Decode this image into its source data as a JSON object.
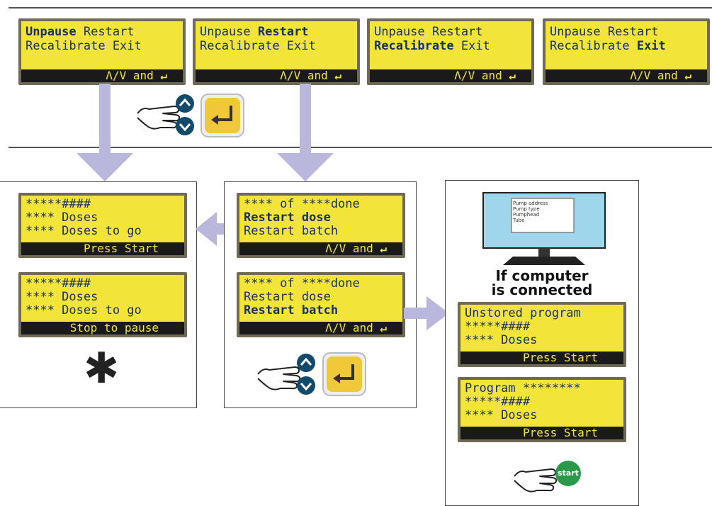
{
  "menu_screens": [
    {
      "parts": [
        {
          "t": "Unpause",
          "b": true
        },
        {
          "t": " Restart",
          "b": false
        }
      ],
      "line2": [
        {
          "t": "Recalibrate Exit",
          "b": false
        }
      ],
      "bar": "Λ/V and "
    },
    {
      "parts": [
        {
          "t": "Unpause ",
          "b": false
        },
        {
          "t": "Restart",
          "b": true
        }
      ],
      "line2": [
        {
          "t": "Recalibrate Exit",
          "b": false
        }
      ],
      "bar": "Λ/V and "
    },
    {
      "parts": [
        {
          "t": "Unpause Restart",
          "b": false
        }
      ],
      "line2": [
        {
          "t": "Recalibrate",
          "b": true
        },
        {
          "t": " Exit",
          "b": false
        }
      ],
      "bar": "Λ/V and "
    },
    {
      "parts": [
        {
          "t": "Unpause Restart",
          "b": false
        }
      ],
      "line2": [
        {
          "t": "Recalibrate ",
          "b": false
        },
        {
          "t": "Exit",
          "b": true
        }
      ],
      "bar": "Λ/V and "
    }
  ],
  "enter_glyph": "↵",
  "left_panel": {
    "screen1": {
      "line1": "*****####",
      "line2": "**** Doses",
      "line3": "**** Doses to go",
      "bar": "Press Start"
    },
    "screen2": {
      "line1": "*****####",
      "line2": "**** Doses",
      "line3": "**** Doses to go",
      "bar": "Stop to pause"
    },
    "asterisk": "✱"
  },
  "middle_panel": {
    "screen1": {
      "line1": "**** of ****done",
      "line2": "Restart dose",
      "line3": "Restart batch",
      "bold_line": 2,
      "bar": "Λ/V and "
    },
    "screen2": {
      "line1": "**** of ****done",
      "line2": "Restart dose",
      "line3": "Restart batch",
      "bold_line": 3,
      "bar": "Λ/V and "
    }
  },
  "right_panel": {
    "monitor_lines": [
      "Pump address",
      "Pump type",
      "Pumphead",
      "Tube"
    ],
    "caption_line1": "If computer",
    "caption_line2": "is connected",
    "screen1": {
      "line1": "Unstored program",
      "line2": "*****####",
      "line3": "**** Doses",
      "bar": "Press Start"
    },
    "screen2": {
      "line1": "Program ********",
      "line2": "*****####",
      "line3": "**** Doses",
      "bar": "Press Start"
    },
    "start_label": "start"
  },
  "colors": {
    "lcd_yellow": "#f3e43a",
    "lcd_text": "#15305e",
    "arrow": "#b9b8dc",
    "key_blue": "#114a6a",
    "key_yellow": "#f0c93a",
    "start_green": "#2a9a4a"
  }
}
